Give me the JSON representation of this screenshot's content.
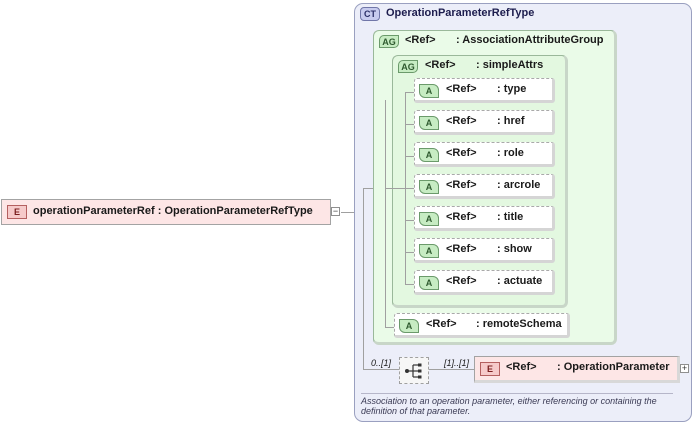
{
  "root_element": {
    "tag": "E",
    "name": "operationParameterRef",
    "type": ": OperationParameterRefType"
  },
  "complex_type": {
    "tag": "CT",
    "name": "OperationParameterRefType"
  },
  "attribute_group_outer": {
    "tag": "AG",
    "ref": "<Ref>",
    "name": ": AssociationAttributeGroup"
  },
  "attribute_group_inner": {
    "tag": "AG",
    "ref": "<Ref>",
    "name": ": simpleAttrs"
  },
  "attributes": [
    {
      "tag": "A",
      "ref": "<Ref>",
      "name": ": type"
    },
    {
      "tag": "A",
      "ref": "<Ref>",
      "name": ": href"
    },
    {
      "tag": "A",
      "ref": "<Ref>",
      "name": ": role"
    },
    {
      "tag": "A",
      "ref": "<Ref>",
      "name": ": arcrole"
    },
    {
      "tag": "A",
      "ref": "<Ref>",
      "name": ": title"
    },
    {
      "tag": "A",
      "ref": "<Ref>",
      "name": ": show"
    },
    {
      "tag": "A",
      "ref": "<Ref>",
      "name": ": actuate"
    }
  ],
  "remote_schema": {
    "tag": "A",
    "ref": "<Ref>",
    "name": ": remoteSchema"
  },
  "sequence": {
    "multiplicity": "0..[1]"
  },
  "child_element": {
    "tag": "E",
    "ref": "<Ref>",
    "name": ": OperationParameter",
    "multiplicity": "[1]..[1]"
  },
  "documentation": "Association to an operation parameter, either referencing or containing the definition of that parameter.",
  "colors": {
    "element_fill": "#fbe0e0",
    "attr_group_fill": "#eafbe8",
    "complex_type_fill": "#eceef9"
  }
}
